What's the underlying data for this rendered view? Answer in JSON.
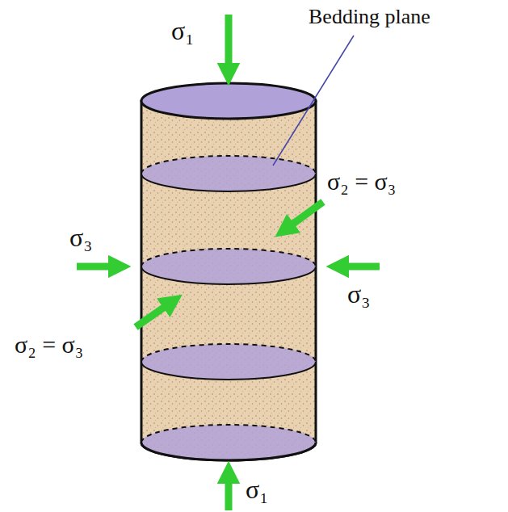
{
  "diagram": {
    "labels": [
      "σ₁",
      "Bedding plane",
      "σ₂ = σ₃",
      "σ₃",
      "σ₃",
      "σ₂ = σ₃",
      "σ₁"
    ]
  }
}
